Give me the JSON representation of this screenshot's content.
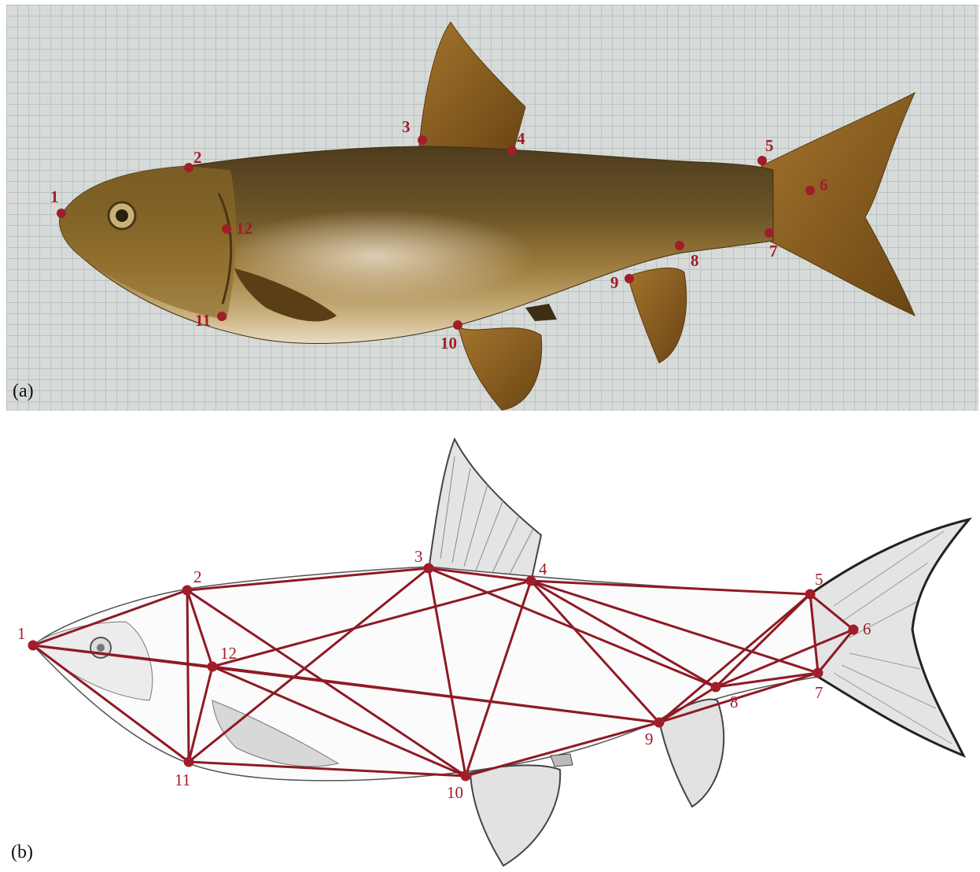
{
  "panels": [
    {
      "label": "(a)"
    },
    {
      "label": "(b)"
    }
  ],
  "landmarks": [
    "1",
    "2",
    "3",
    "4",
    "5",
    "6",
    "7",
    "8",
    "9",
    "10",
    "11",
    "12"
  ],
  "connections": [
    [
      1,
      2
    ],
    [
      1,
      12
    ],
    [
      1,
      11
    ],
    [
      1,
      9
    ],
    [
      2,
      3
    ],
    [
      2,
      12
    ],
    [
      2,
      11
    ],
    [
      2,
      10
    ],
    [
      3,
      4
    ],
    [
      3,
      11
    ],
    [
      3,
      10
    ],
    [
      3,
      8
    ],
    [
      4,
      5
    ],
    [
      4,
      12
    ],
    [
      4,
      10
    ],
    [
      4,
      9
    ],
    [
      4,
      8
    ],
    [
      4,
      7
    ],
    [
      5,
      6
    ],
    [
      5,
      7
    ],
    [
      5,
      9
    ],
    [
      5,
      8
    ],
    [
      6,
      7
    ],
    [
      6,
      8
    ],
    [
      7,
      8
    ],
    [
      7,
      9
    ],
    [
      8,
      9
    ],
    [
      9,
      10
    ],
    [
      9,
      12
    ],
    [
      10,
      11
    ],
    [
      10,
      12
    ],
    [
      11,
      12
    ]
  ],
  "colors": {
    "landmark": "#a11d2a",
    "line": "#8e1a24",
    "grid_background": "#d8dcda",
    "fish_body": "#8a6a2a"
  }
}
